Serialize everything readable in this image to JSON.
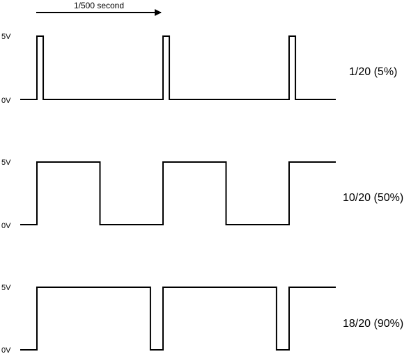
{
  "period_label": "1/500 second",
  "high_label": "5V",
  "low_label": "0V",
  "colors": {
    "line": "#000000",
    "background": "#ffffff"
  },
  "waveforms": [
    {
      "label": "1/20 (5%)",
      "duty": 0.05
    },
    {
      "label": "10/20 (50%)",
      "duty": 0.5
    },
    {
      "label": "18/20 (90%)",
      "duty": 0.9
    }
  ]
}
